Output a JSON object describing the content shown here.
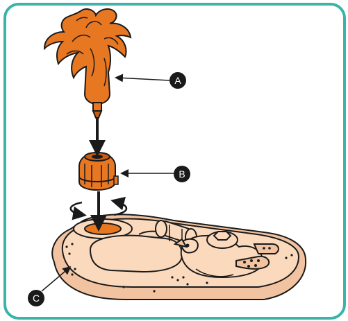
{
  "callouts": {
    "a": "A",
    "b": "B",
    "c": "C"
  },
  "colors": {
    "frame_border": "#3bb3a9",
    "orange_part": "#e87722",
    "orange_dark": "#c65d12",
    "base_fill": "#fbd9bd",
    "base_shadow": "#f2c3a0",
    "line": "#1a1a1a",
    "callout_fill": "#1a1a1a"
  }
}
